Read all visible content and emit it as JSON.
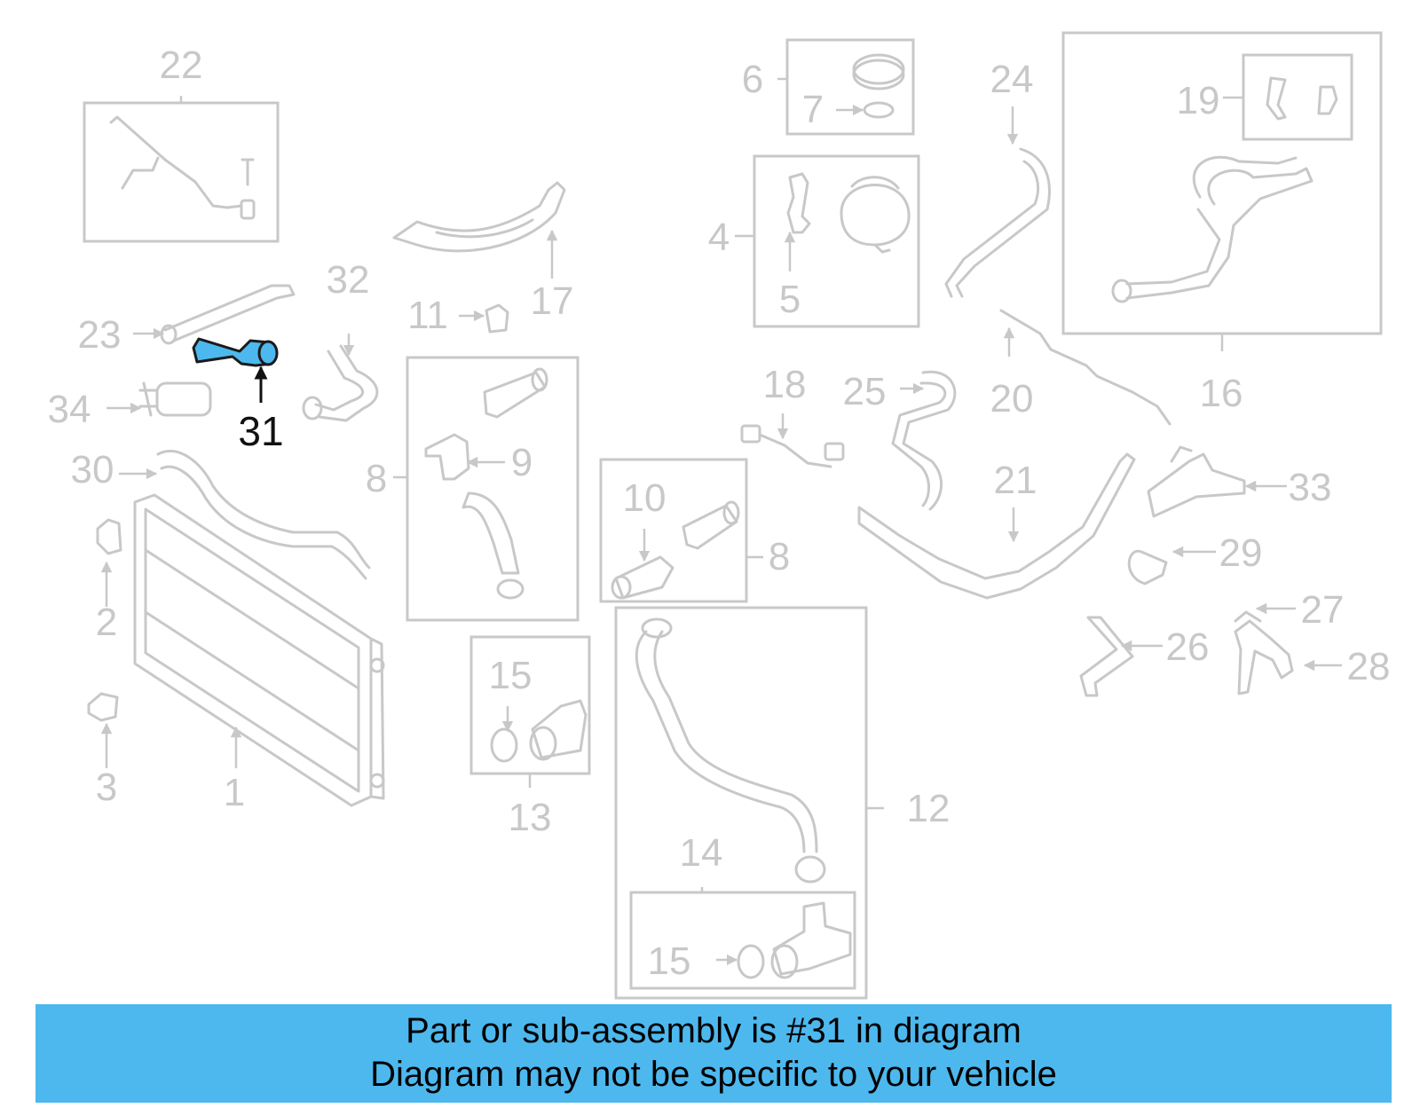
{
  "diagram": {
    "highlight_color": "#4db8ee",
    "line_color": "#c8c8c8",
    "highlighted_part": "31",
    "callouts": [
      "1",
      "2",
      "3",
      "4",
      "5",
      "6",
      "7",
      "8",
      "8",
      "9",
      "10",
      "11",
      "12",
      "13",
      "14",
      "15",
      "15",
      "16",
      "17",
      "18",
      "19",
      "20",
      "21",
      "22",
      "23",
      "24",
      "25",
      "26",
      "27",
      "28",
      "29",
      "30",
      "31",
      "32",
      "33",
      "34"
    ]
  },
  "banner": {
    "line1": "Part or sub-assembly is #31 in diagram",
    "line2": "Diagram may not be specific to your vehicle",
    "background": "#4db8ee"
  }
}
